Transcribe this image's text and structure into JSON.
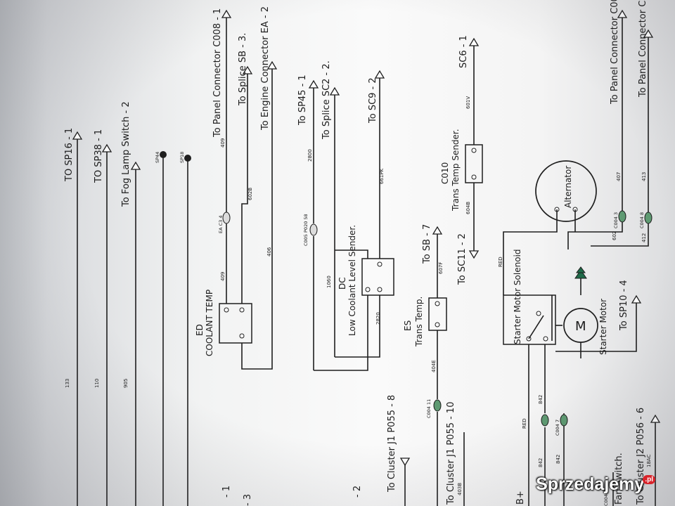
{
  "labels": {
    "to_sp16": "TO SP16 - 1",
    "to_sp38": "TO SP38 - 1",
    "to_fog": "To Fog Lamp Switch - 2",
    "to_panel_c008": "To Panel Connector C008 - 1",
    "to_splice_sb": "To Splice SB - 3.",
    "to_engine_ea": "To Engine Connector EA - 2",
    "to_sp45": "To SP45 - 1",
    "to_splice_sc2": "To Splice SC2 - 2.",
    "to_sc9": "To SC9 - 2",
    "to_sc6": "SC6 - 1",
    "to_panel_right1": "To Panel Connector C00",
    "to_panel_right2": "To Panel Connector C",
    "to_sb7": "To SB - 7",
    "to_sc11": "To SC11 - 2",
    "to_sp10": "To SP10 - 4",
    "to_cluster_j1_8": "To Cluster J1 P055 - 8",
    "to_cluster_j1_10": "To Cluster J1 P055 - 10",
    "to_cluster_j2": "To Cluster J2 P056 - 6",
    "fan_switch": "Fan Switch.",
    "b_plus": "B+",
    "left_1": "- 1",
    "left_3": "- 3",
    "left_2": "- 2"
  },
  "components": {
    "ed_code": "ED",
    "ed_name": "COOLANT TEMP",
    "dc_code": "DC",
    "dc_name": "Low Coolant Level Sender.",
    "es_code": "ES",
    "es_name": "Trans Temp.",
    "c010_code": "C010",
    "c010_name": "Trans Temp Sender.",
    "starter_solenoid": "Starter Motor Solenoid",
    "starter_motor": "Starter Motor",
    "motor_symbol": "M",
    "alternator": "Alternator"
  },
  "wire_numbers": {
    "w133": "133",
    "w110": "110",
    "w905": "905",
    "w409a": "409",
    "w409b": "409",
    "w602b": "602B",
    "w406": "406",
    "w2800": "2800",
    "w1060": "1060",
    "w2820": "2820",
    "w661pk": "661PK",
    "w604b": "604B",
    "w404e": "404E",
    "w607f": "607F",
    "w601v": "601V",
    "w407": "407",
    "w413": "413",
    "w602": "602",
    "w412": "412",
    "w842a": "842",
    "w842b": "842",
    "w842c": "842",
    "red": "RED",
    "red2": "RED",
    "w403b": "403B",
    "w18ac": "18AC"
  },
  "connectors": {
    "sp44": "SP44",
    "sp18": "SP18",
    "ea_c3_4": "EA C3 4",
    "c005_p020_58": "C005 P020 58",
    "c004_11": "C004 11",
    "c004_7": "C004 7",
    "c004_3": "C004 3",
    "c004_8": "C004 8",
    "c004_left": "C004"
  },
  "watermark": {
    "text": "Sprzedajemy",
    "badge": ".pl"
  }
}
